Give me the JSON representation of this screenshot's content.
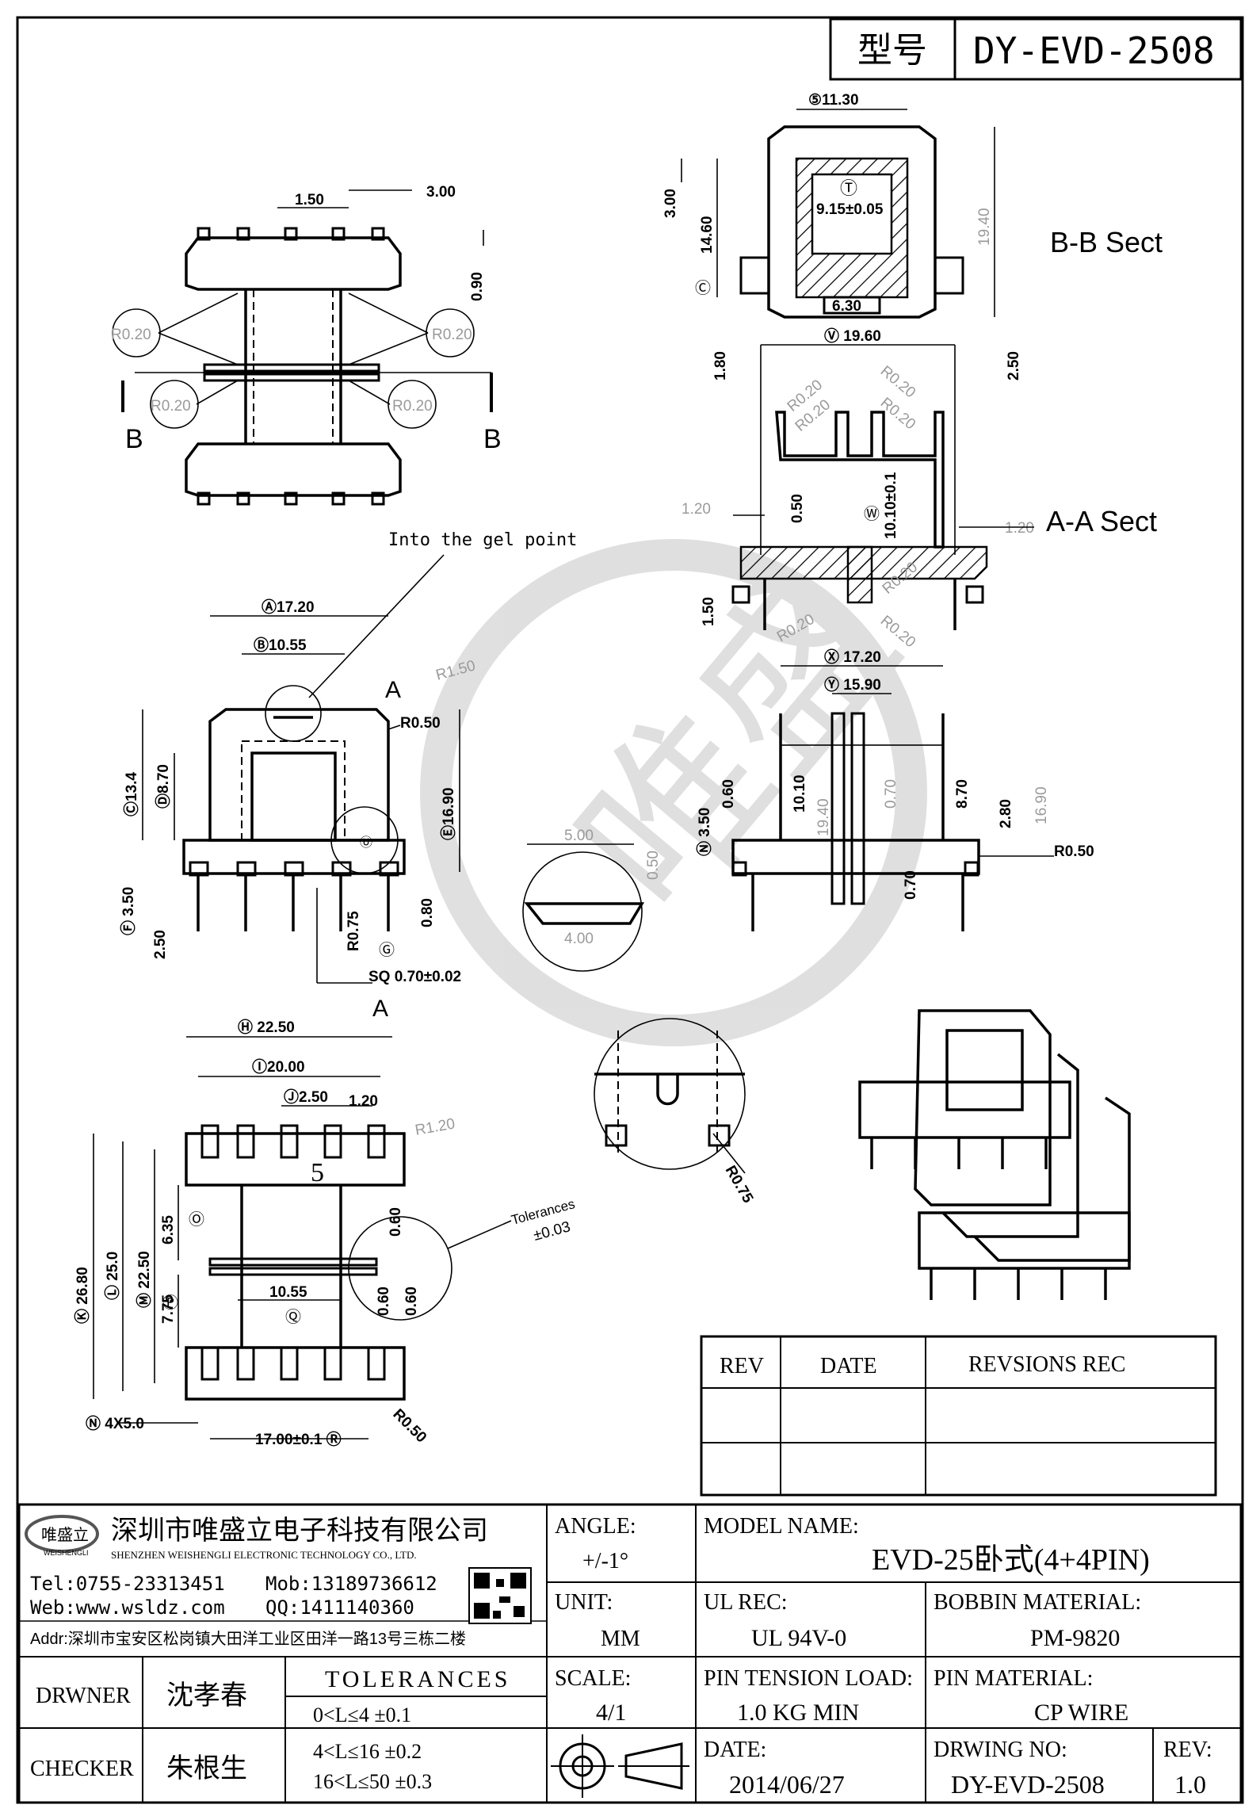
{
  "header": {
    "type_label": "型号",
    "type_value": "DY-EVD-2508"
  },
  "section_labels": {
    "bb_sect": "B-B Sect",
    "aa_sect": "A-A Sect",
    "gel_point": "Into the gel point",
    "tolerance_note_1": "Tolerances",
    "tolerance_note_2": "±0.03",
    "cut_b_left": "B",
    "cut_b_right": "B",
    "cut_a_top": "A",
    "cut_a_bottom": "A",
    "pin_count": "5"
  },
  "dimensions": {
    "top_view": {
      "d1": "1.50",
      "d2": "3.00",
      "d3": "0.90",
      "r1": "R0.20",
      "r2": "R0.20",
      "r3": "R0.20",
      "r4": "R0.20"
    },
    "bb": {
      "s": "⑤11.30",
      "t": "Ⓣ",
      "t_val": "9.15±0.05",
      "h1": "3.00",
      "h2": "14.60",
      "h3": "19.40",
      "b": "6.30",
      "c_mark": "Ⓒ"
    },
    "aa": {
      "v": "Ⓥ 19.60",
      "h1": "1.80",
      "h2": "2.50",
      "r1": "R0.20",
      "r2": "R0.20",
      "r3": "R0.20",
      "r4": "R0.20",
      "r5": "R0.20",
      "r6": "R0.20",
      "r7": "R0.20",
      "l1": "1.20",
      "l2": "1.20",
      "d1": "0.50",
      "w": "Ⓦ",
      "w_val": "10.10±0.1",
      "h3": "1.50"
    },
    "front": {
      "a": "Ⓐ17.20",
      "b": "Ⓑ10.55",
      "r1": "R1.50",
      "r2": "R0.50",
      "c": "Ⓒ13.4",
      "d": "Ⓓ8.70",
      "e": "Ⓔ16.90",
      "u": "Ⓤ",
      "f": "Ⓕ 3.50",
      "g_val": "2.50",
      "p1": "R0.75",
      "p2": "0.80",
      "g": "Ⓖ",
      "sq": "SQ  0.70±0.02"
    },
    "pin_detail": {
      "w1": "5.00",
      "w2": "4.00",
      "h": "0.50"
    },
    "side": {
      "x": "Ⓧ 17.20",
      "y": "Ⓨ 15.90",
      "n": "Ⓝ 3.50",
      "d1": "0.60",
      "d2": "10.10",
      "d3": "19.40",
      "d4": "0.70",
      "d5": "8.70",
      "d6": "2.80",
      "d7": "16.90",
      "r": "R0.50",
      "d8": "0.70"
    },
    "bottom": {
      "h": "Ⓗ 22.50",
      "i": "Ⓘ20.00",
      "j": "Ⓙ2.50",
      "j2": "1.20",
      "r1": "R1.20",
      "k": "Ⓚ 26.80",
      "l": "Ⓛ 25.0",
      "m": "Ⓜ 22.50",
      "o": "6.35",
      "o_mark": "Ⓞ",
      "p": "7.75",
      "p_mark": "Ⓟ",
      "q": "10.55",
      "q_mark": "Ⓠ",
      "n": "Ⓝ 4X5.0",
      "r": "17.00±0.1 Ⓡ",
      "r2": "R0.50",
      "c1": "0.60",
      "c2": "0.60",
      "c3": "0.60"
    },
    "round_detail": {
      "r": "R0.75"
    }
  },
  "rev_table": {
    "headers": [
      "REV",
      "DATE",
      "REVSIONS  REC"
    ]
  },
  "title_block": {
    "company_cn": "深圳市唯盛立电子科技有限公司",
    "company_en": "SHENZHEN WEISHENGLI ELECTRONIC TECHNOLOGY CO., LTD.",
    "logo_text": "唯盛立",
    "logo_sub": "WEISHENGLI",
    "tel": "Tel:0755-23313451",
    "mob": "Mob:13189736612",
    "web": "Web:www.wsldz.com",
    "qq": "QQ:1411140360",
    "addr": "Addr:深圳市宝安区松岗镇大田洋工业区田洋一路13号三栋二楼",
    "angle_label": "ANGLE:",
    "angle_value": "+/-1°",
    "model_label": "MODEL NAME:",
    "model_value": "EVD-25卧式(4+4PIN)",
    "unit_label": "UNIT:",
    "unit_value": "MM",
    "ul_label": "UL REC:",
    "ul_value": "UL 94V-0",
    "bobbin_label": "BOBBIN MATERIAL:",
    "bobbin_value": "PM-9820",
    "drawer_label": "DRWNER",
    "drawer_value": "沈孝春",
    "tolerances_label": "TOLERANCES",
    "tol_rows": [
      "0<L≤4      ±0.1",
      "4<L≤16     ±0.2",
      "16<L≤50    ±0.3"
    ],
    "scale_label": "SCALE:",
    "scale_value": "4/1",
    "pin_tension_label": "PIN TENSION LOAD:",
    "pin_tension_value": "1.0 KG MIN",
    "pin_material_label": "PIN MATERIAL:",
    "pin_material_value": "CP WIRE",
    "checker_label": "CHECKER",
    "checker_value": "朱根生",
    "date_label": "DATE:",
    "date_value": "2014/06/27",
    "drawing_no_label": "DRWING NO:",
    "drawing_no_value": "DY-EVD-2508",
    "rev_label": "REV:",
    "rev_value": "1.0"
  }
}
